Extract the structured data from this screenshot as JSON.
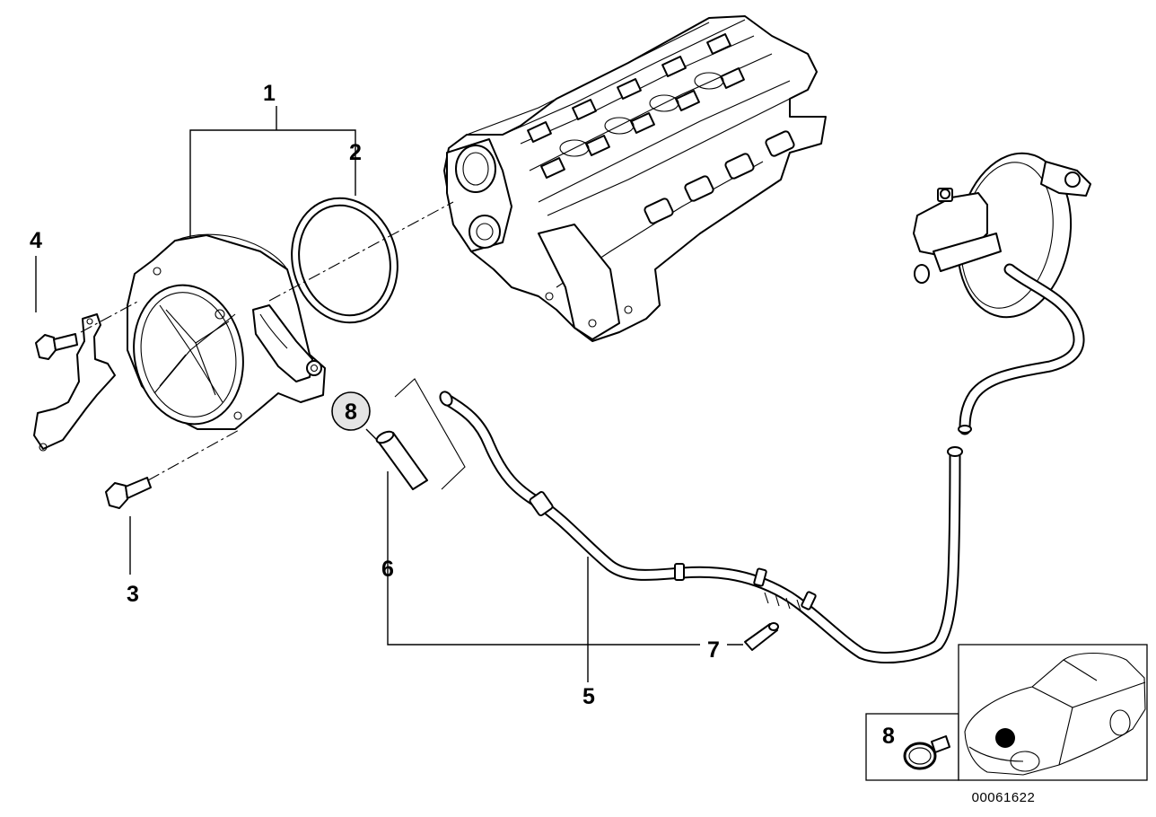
{
  "diagram": {
    "callouts": [
      "1",
      "2",
      "3",
      "4",
      "5",
      "6",
      "7",
      "8"
    ],
    "inset": {
      "callout": "8"
    },
    "document_number": "00061622"
  }
}
